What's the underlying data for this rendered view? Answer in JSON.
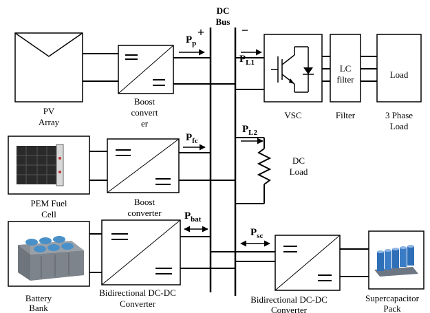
{
  "bus": {
    "title_line1": "DC",
    "title_line2": "Bus",
    "plus": "+",
    "minus": "−"
  },
  "pv": {
    "label_line1": "PV",
    "label_line2": "Array"
  },
  "boost1": {
    "label_line1": "Boost",
    "label_line2": "convert",
    "label_line3": "er"
  },
  "fuel_cell": {
    "label_line1": "PEM Fuel",
    "label_line2": "Cell"
  },
  "boost2": {
    "label_line1": "Boost",
    "label_line2": "converter"
  },
  "battery": {
    "label_line1": "Battery",
    "label_line2": "Bank"
  },
  "bidir1": {
    "label_line1": "Bidirectional DC-DC",
    "label_line2": "Converter"
  },
  "vsc": {
    "label": "VSC"
  },
  "lc_filter": {
    "box_line1": "LC",
    "box_line2": "filter",
    "label": "Filter"
  },
  "ac_load": {
    "box_label": "Load",
    "label_line1": "3 Phase",
    "label_line2": "Load"
  },
  "dc_load": {
    "label_line1": "DC",
    "label_line2": "Load"
  },
  "bidir2": {
    "label_line1": "Bidirectional DC-DC",
    "label_line2": "Converter"
  },
  "supercap": {
    "label_line1": "Supercapacitor",
    "label_line2": "Pack"
  },
  "powers": {
    "pp": {
      "main": "P",
      "sub": "p"
    },
    "pl1": {
      "main": "P",
      "sub": "L1"
    },
    "pfc": {
      "main": "P",
      "sub": "fc"
    },
    "pl2": {
      "main": "P",
      "sub": "L2"
    },
    "pbat": {
      "main": "P",
      "sub": "bat"
    },
    "psc": {
      "main": "P",
      "sub": "sc"
    }
  },
  "colors": {
    "line": "#000000",
    "battery_blue": "#4a90c8",
    "battery_grey": "#8a8f96",
    "fuelcell_dark": "#2a2a2a",
    "supercap_blue": "#2f6fb8"
  }
}
